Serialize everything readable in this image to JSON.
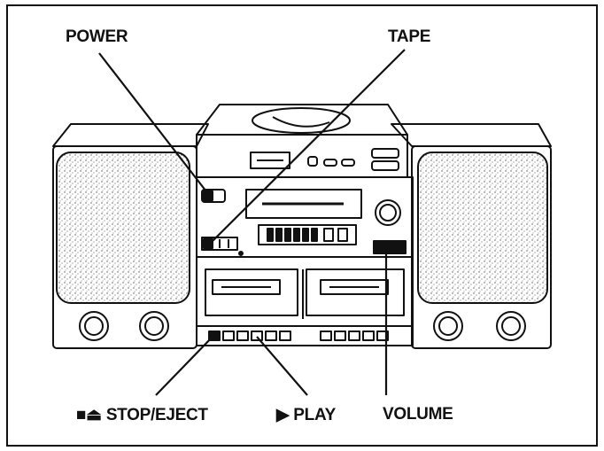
{
  "labels": {
    "power": "POWER",
    "tape": "TAPE",
    "stop_eject": "STOP/EJECT",
    "play": "PLAY",
    "volume": "VOLUME"
  },
  "icons": {
    "stop_eject": "stop-eject-icon",
    "play": "play-icon"
  },
  "colors": {
    "ink": "#111111",
    "paper": "#ffffff"
  }
}
